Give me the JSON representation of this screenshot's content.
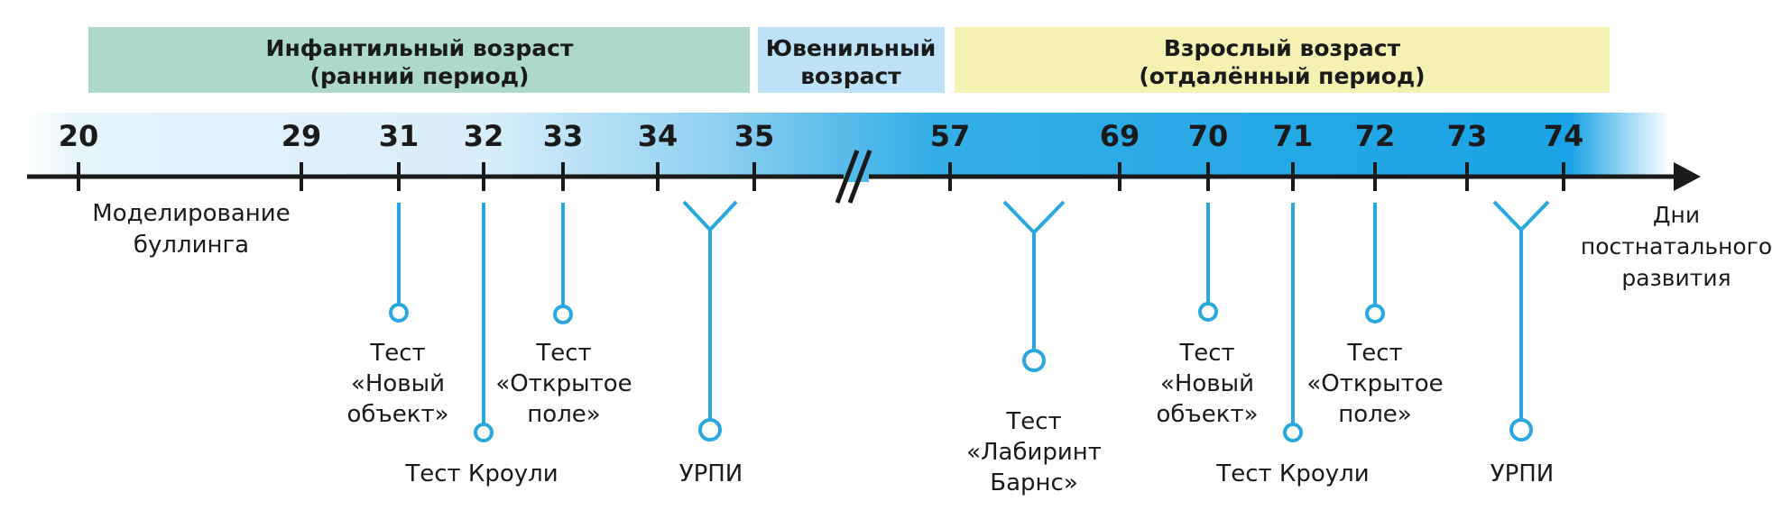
{
  "periods": [
    {
      "lines": [
        "Инфантильный возраст",
        "(ранний период)"
      ],
      "color": "#acd9c8"
    },
    {
      "lines": [
        "Ювенильный",
        "возраст"
      ],
      "color": "#bde1f7"
    },
    {
      "lines": [
        "Взрослый возраст",
        "(отдалённый период)"
      ],
      "color": "#f5f1b3"
    }
  ],
  "ticks": [
    "20",
    "29",
    "31",
    "32",
    "33",
    "34",
    "35",
    "57",
    "69",
    "70",
    "71",
    "72",
    "73",
    "74"
  ],
  "axis_title": [
    "Дни",
    "постнатального",
    "развития"
  ],
  "bullying_label": [
    "Моделирование",
    "буллинга"
  ],
  "tests": {
    "novel_object_1": [
      "Тест",
      "«Новый",
      "объект»"
    ],
    "crawley_1": [
      "Тест Кроули"
    ],
    "open_field_1": [
      "Тест",
      "«Открытое",
      "поле»"
    ],
    "urpi_1": [
      "УРПИ"
    ],
    "barnes": [
      "Тест",
      "«Лабиринт",
      "Барнс»"
    ],
    "novel_object_2": [
      "Тест",
      "«Новый",
      "объект»"
    ],
    "crawley_2": [
      "Тест Кроули"
    ],
    "open_field_2": [
      "Тест",
      "«Открытое",
      "поле»"
    ],
    "urpi_2": [
      "УРПИ"
    ]
  },
  "colors": {
    "accent": "#29a8e0",
    "axis": "#1a1a1a",
    "band_light": "#e6f4fc",
    "band_dark": "#1aa3e6"
  }
}
